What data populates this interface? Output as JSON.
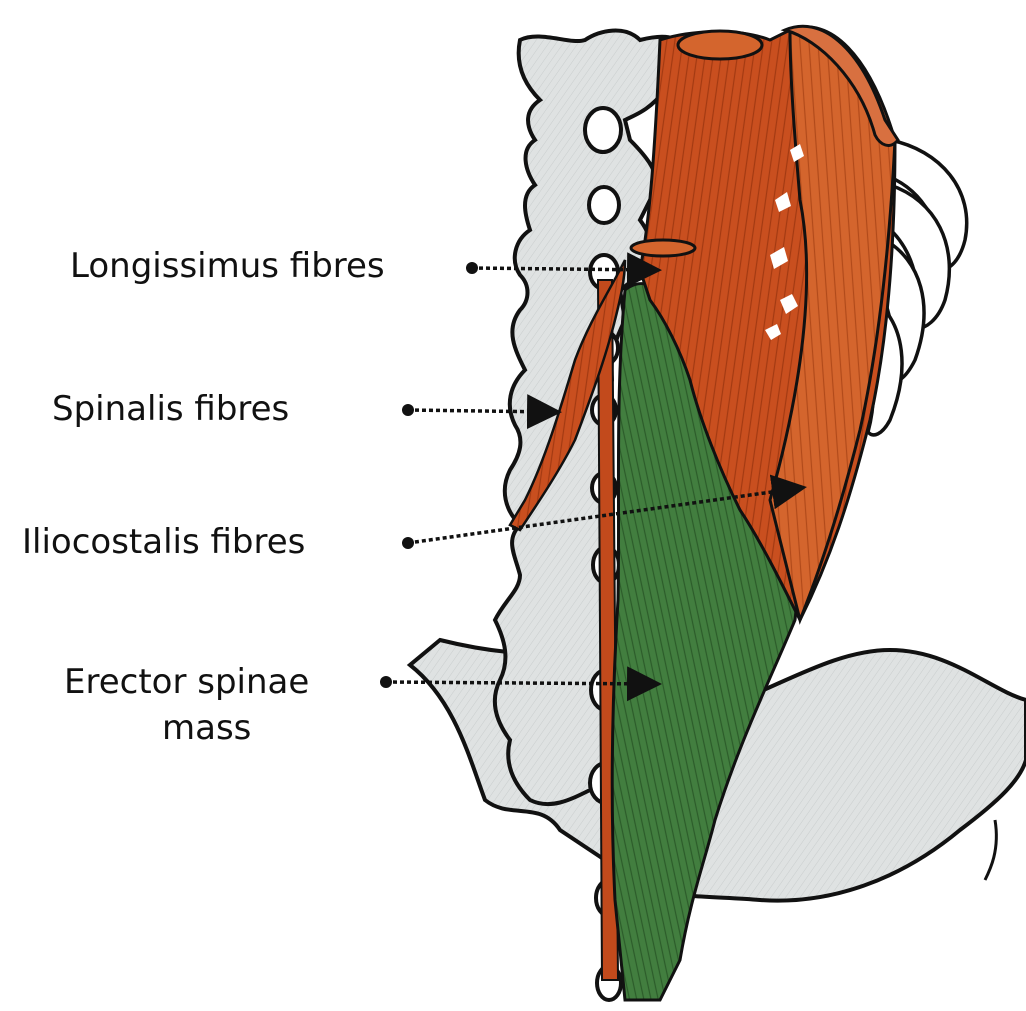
{
  "labels": {
    "longissimus": "Longissimus fibres",
    "spinalis": "Spinalis fibres",
    "iliocostalis": "Iliocostalis fibres",
    "erector_line1": "Erector spinae",
    "erector_line2": "mass"
  },
  "colors": {
    "muscle_red": "#c24a1c",
    "muscle_red_light": "#d8692f",
    "muscle_green": "#3f7b3c",
    "muscle_green_dark": "#2f5f2d",
    "bone_grey": "#dcdfdf",
    "outline": "#111111",
    "background": "#ffffff"
  }
}
